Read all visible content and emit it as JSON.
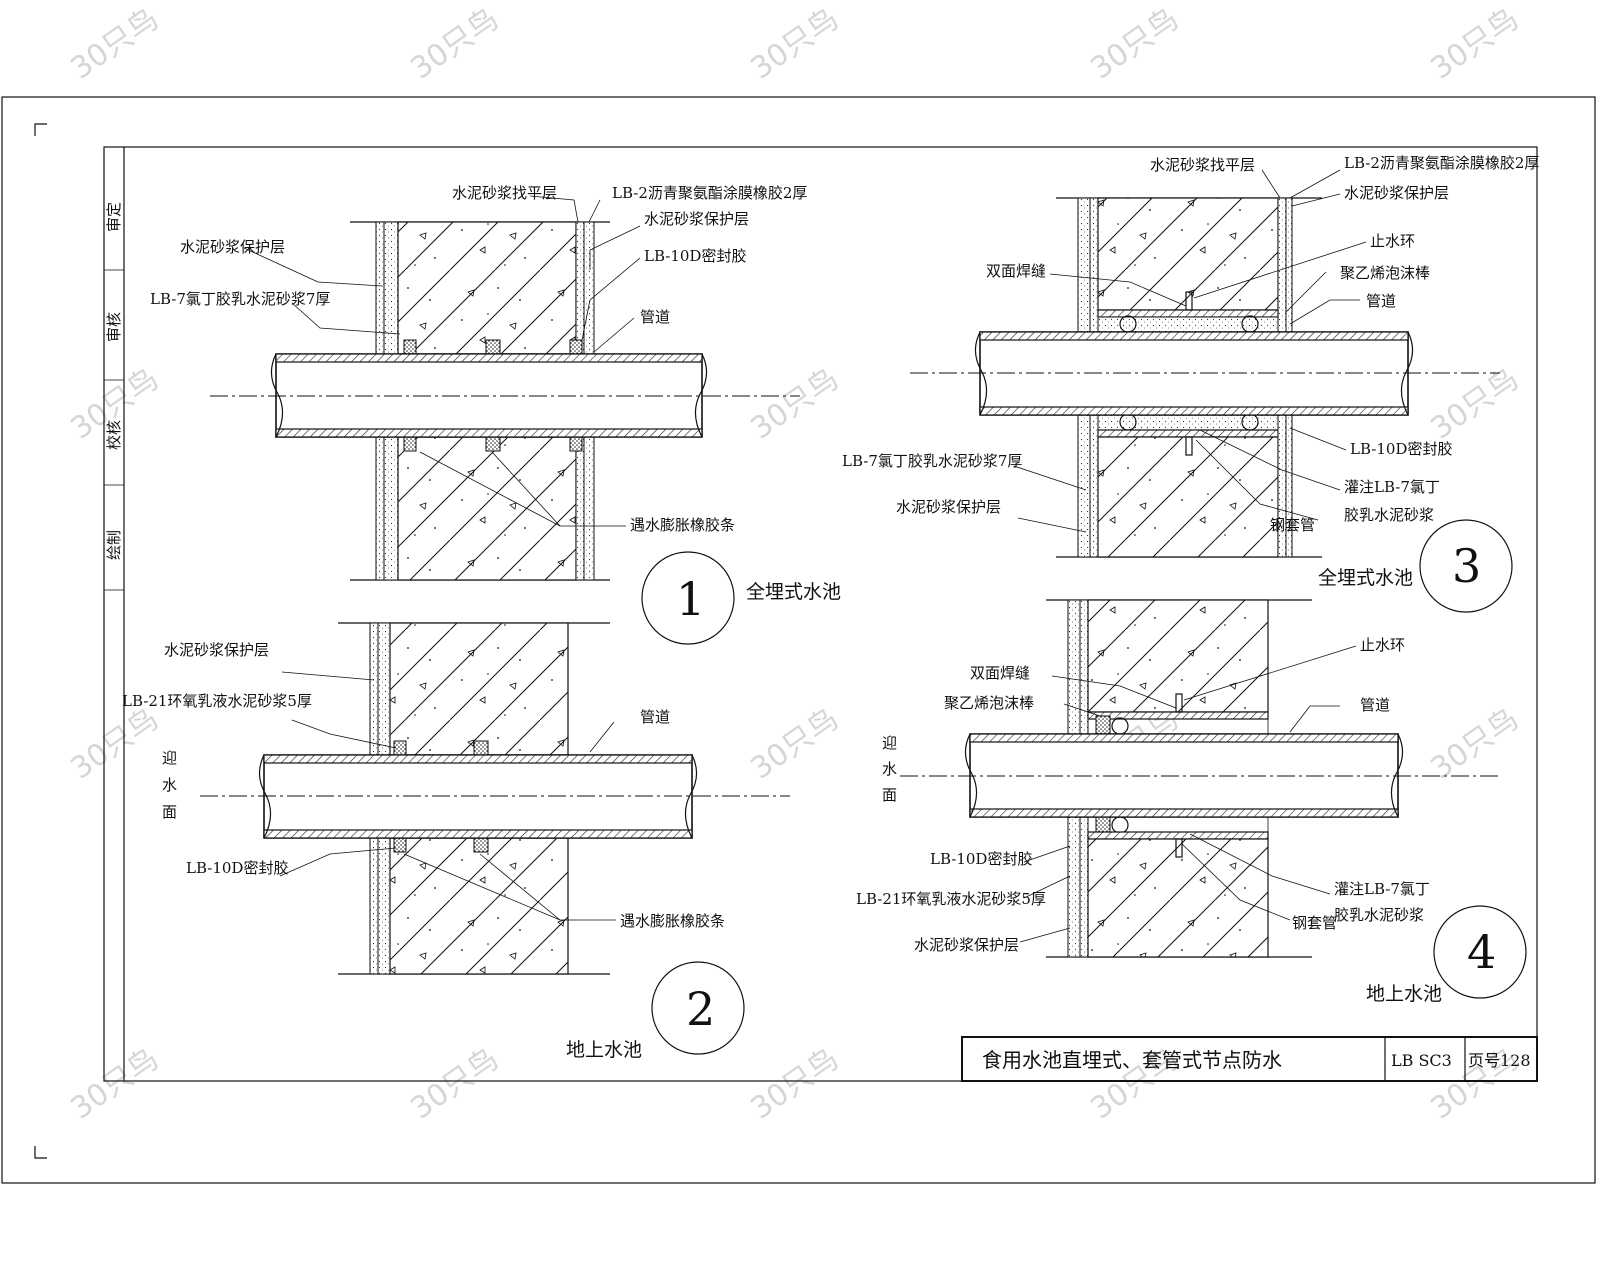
{
  "watermark": "30只鸟",
  "title_block": {
    "left_column": [
      "审定",
      "审核",
      "校核",
      "绘制"
    ],
    "drawing_title": "食用水池直埋式、套管式节点防水",
    "drawing_code": "LB SC3",
    "page_label": "页号128"
  },
  "details": [
    {
      "number": "1",
      "caption": "全埋式水池",
      "labels": {
        "top_leveling": "水泥砂浆找平层",
        "top_membrane": "LB-2沥青聚氨酯涂膜橡胶2厚",
        "top_protect_right": "水泥砂浆保护层",
        "sealant": "LB-10D密封胶",
        "pipe": "管道",
        "protect_left": "水泥砂浆保护层",
        "mortar_left": "LB-7氯丁胶乳水泥砂浆7厚",
        "swell_strip": "遇水膨胀橡胶条"
      }
    },
    {
      "number": "2",
      "caption": "地上水池",
      "labels": {
        "protect": "水泥砂浆保护层",
        "mortar": "LB-21环氧乳液水泥砂浆5厚",
        "pipe": "管道",
        "water_face": "迎水面",
        "sealant": "LB-10D密封胶",
        "swell_strip": "遇水膨胀橡胶条"
      }
    },
    {
      "number": "3",
      "caption": "全埋式水池",
      "labels": {
        "leveling": "水泥砂浆找平层",
        "membrane": "LB-2沥青聚氨酯涂膜橡胶2厚",
        "protect_top": "水泥砂浆保护层",
        "water_stop_ring": "止水环",
        "double_weld": "双面焊缝",
        "pe_foam": "聚乙烯泡沫棒",
        "pipe": "管道",
        "sealant": "LB-10D密封胶",
        "mortar": "LB-7氯丁胶乳水泥砂浆7厚",
        "grout_1": "灌注LB-7氯丁",
        "grout_2": "胶乳水泥砂浆",
        "protect_bottom": "水泥砂浆保护层",
        "steel_sleeve": "钢套管"
      }
    },
    {
      "number": "4",
      "caption": "地上水池",
      "labels": {
        "water_stop_ring": "止水环",
        "double_weld": "双面焊缝",
        "pe_foam": "聚乙烯泡沫棒",
        "pipe": "管道",
        "water_face": "迎水面",
        "sealant": "LB-10D密封胶",
        "mortar": "LB-21环氧乳液水泥砂浆5厚",
        "protect": "水泥砂浆保护层",
        "grout_1": "灌注LB-7氯丁",
        "grout_2": "胶乳水泥砂浆",
        "steel_sleeve": "钢套管"
      }
    }
  ]
}
